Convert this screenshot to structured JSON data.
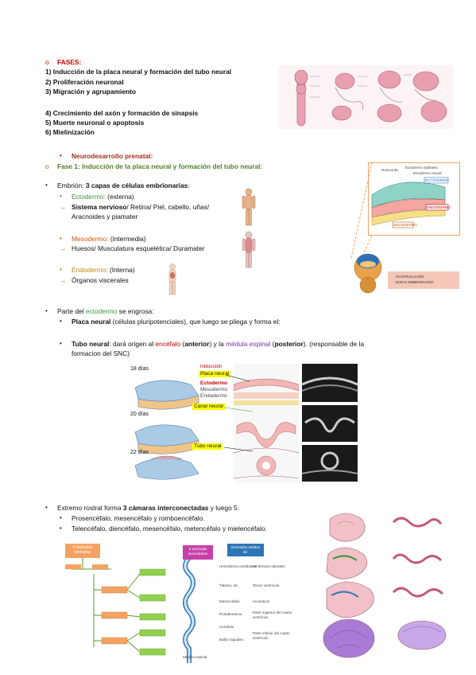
{
  "phases": {
    "marker": "o",
    "title": "FASES:",
    "items": [
      "1) Inducción de la placa neural y formación del tubo neural",
      "2) Proliferación neuronal",
      "3) Migración y agrupamiento",
      "4) Crecimiento del axón y formación de sinapsis",
      "5) Muerte neuronal o apoptosis",
      "6) Mielinización"
    ]
  },
  "section1": {
    "prenatal": "Neurodesarrollo prenatal:",
    "phase1": "Fase 1: Inducción de la placa neural y formación del tubo neural:"
  },
  "embryo": {
    "intro_pre": "Embrión: ",
    "intro_bold": "3 capas de células embrionarias",
    "intro_post": ":",
    "ecto_label": "Ectodermo:",
    "ecto_desc": " (externa)",
    "ecto_sub_bold": "Sistema nervioso",
    "ecto_sub_rest": "/ Retina/ Piel, cabello, uñas/",
    "ecto_sub2": "Aracnoides y piamater",
    "meso_label": "Mesodermo:",
    "meso_desc": " (intermedia)",
    "meso_sub": "Huesos/ Musculatura esquelética/ Duramater",
    "endo_label": "Endodermo:",
    "endo_desc": " (Interna)",
    "endo_sub": "Órganos viscerales"
  },
  "gastrula_fig": {
    "labels": [
      "Notocorda",
      "Ectodermo epiblasto",
      "Ectodermo neural",
      "ECTODERMO",
      "MESODERMO",
      "ENDODERMO"
    ],
    "caption1": "GASTRULACIÓN",
    "caption2": "DISCO EMBRIONARIO"
  },
  "ectoderm_section": {
    "intro_pre": "Parte del ",
    "intro_highlight": "ectodermo",
    "intro_post": " se engrosa:",
    "plate_bold": "Placa neural",
    "plate_rest": " (células pluripotenciales), que luego se pliega y forma el:",
    "tube_bold": "Tubo neural",
    "tube_a": ": dará origen al ",
    "tube_encefalo": "encéfalo",
    "tube_b": " (",
    "tube_anterior": "anterior",
    "tube_c": ") y la ",
    "tube_medula": "médula espinal",
    "tube_d": " (",
    "tube_posterior": "posterior",
    "tube_e": "). (responsable de la",
    "tube_line2": "formacion del SNC)"
  },
  "tube_fig": {
    "days": [
      "18 días",
      "20 días",
      "22 días"
    ],
    "induccion": "inducción",
    "placa": "Placa neural",
    "ecto": "Ectodermo",
    "meso": "Mesodermo",
    "endo": "Endodermo",
    "canal": "Canal neural",
    "tubo": "Tubo neural"
  },
  "rostral": {
    "intro_pre": "Extremo rostral forma ",
    "intro_bold": "3 cámaras interconectadas",
    "intro_post": " y luego 5:",
    "item1": "Prosencéfalo, mesencéfalo y romboencéfalo.",
    "item2": "Telencéfalo, diencéfalo, mesencéfalo, metencéfalo y mielencéfalo."
  },
  "vesicle_fig": {
    "title1": "3 vesículas",
    "title2": "primarias",
    "col2": "5 vesículas secundarias",
    "col3": "Derivados adultos de:",
    "rows": [
      "Hemisferios cerebrales",
      "Tálamo, etc.",
      "Mesencéfalo",
      "Protuberancia",
      "Cerebelo",
      "Bulbo raquídeo"
    ],
    "ventricles": [
      "Ventrículos laterales",
      "Tercer ventrículo",
      "Acueducto",
      "Parte superior del cuarto ventrículo",
      "Parte inferior del cuarto ventrículo"
    ],
    "bottom": "Médula espinal"
  },
  "colors": {
    "red": "#c00000",
    "green": "#3a9a3a",
    "orange": "#c65a11",
    "purple": "#7030a0",
    "yellow_label": "#ffff00",
    "vesicle_green": "#92d050",
    "vesicle_orange": "#f4a261",
    "vesicle_blue": "#2e75b6"
  }
}
